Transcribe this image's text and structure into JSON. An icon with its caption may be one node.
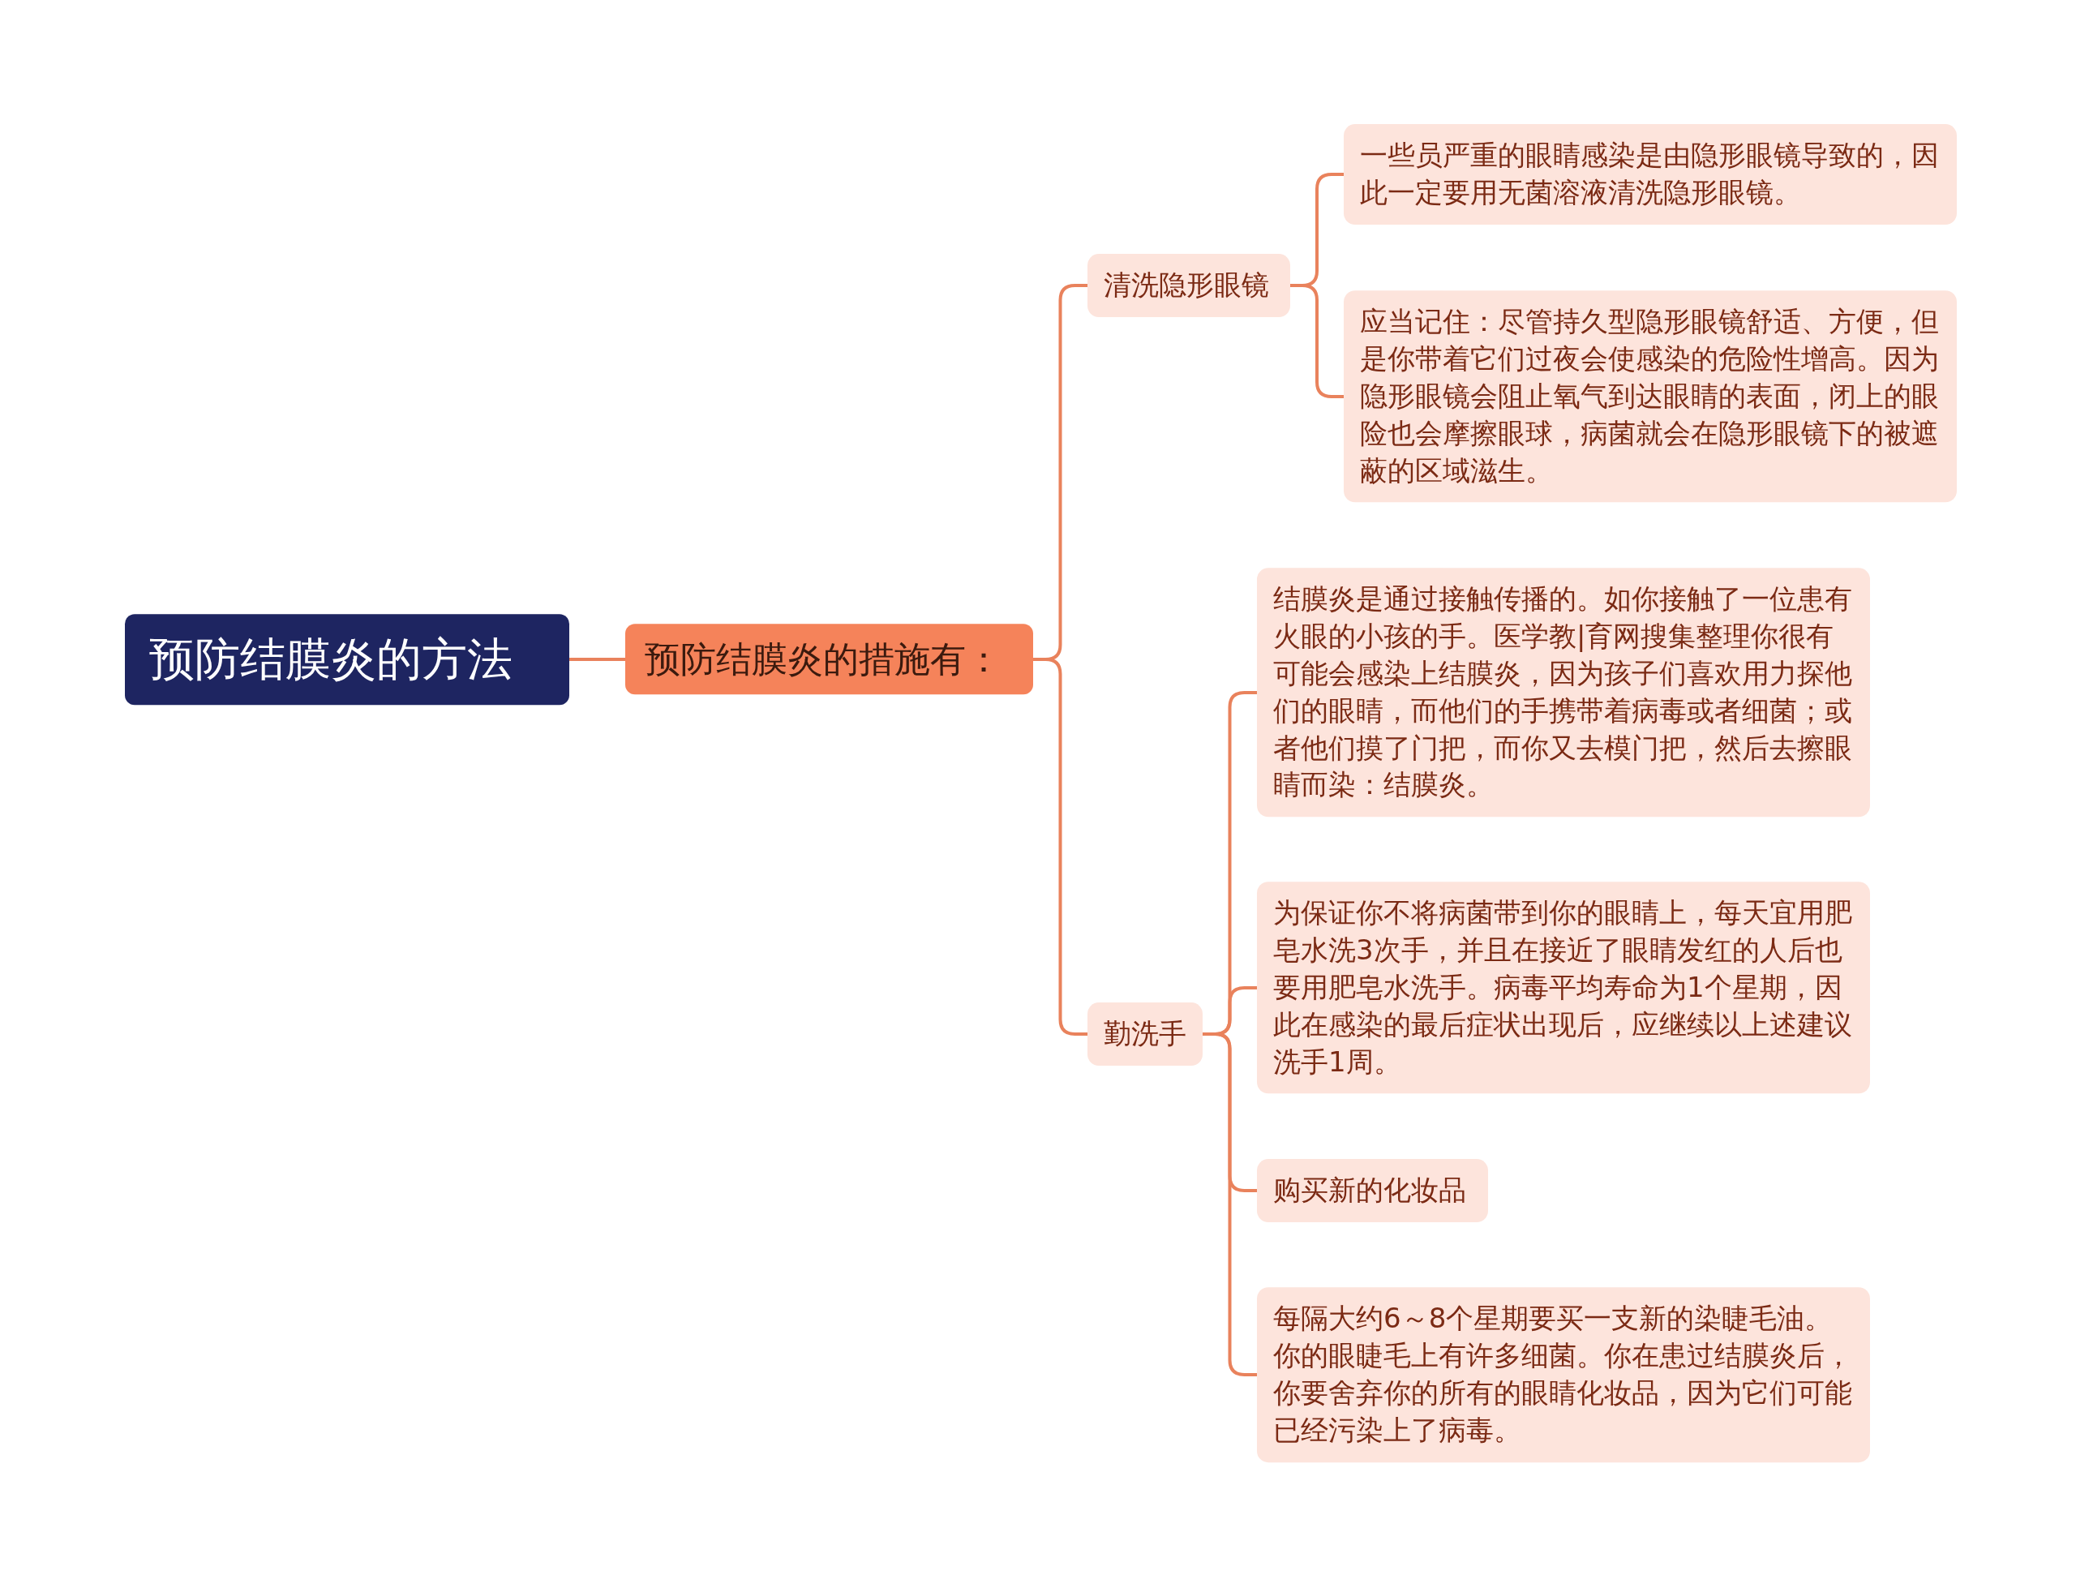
{
  "diagram": {
    "nodes": [
      {
        "text": [
          "预防结膜炎的方法"
        ]
      },
      {
        "text": [
          "预防结膜炎的措施有："
        ]
      },
      {
        "text": [
          "清洗隐形眼镜"
        ]
      },
      {
        "text": [
          "一些员严重的眼睛感染是由隐形眼镜导致的，因此一定要用无菌溶液清洗隐形眼镜。"
        ]
      },
      {
        "text": [
          "应当记住：尽管持久型隐形眼镜舒适、方便，但是你带着它们过夜会使感染的危险性增高。因为隐形眼镜会阻止氧气到达眼睛的表面，闭上的眼险也会摩擦眼球，病菌就会在隐形眼镜下的被遮蔽的区域滋生。"
        ]
      },
      {
        "text": [
          "勤洗手"
        ]
      },
      {
        "text": [
          "结膜炎是通过接触传播的。如你接触了一位患有火眼的小孩的手。医学教|育网搜集整理你很有可能会感染上结膜炎，因为孩子们喜欢用力探他们的眼睛，而他们的手携带着病毒或者细菌；或者他们摸了门把，而你又去模门把，然后去擦眼睛而染：结膜炎。"
        ]
      },
      {
        "text": [
          "为保证你不将病菌带到你的眼睛上，每天宜用肥皂水洗3次手，并且在接近了眼睛发红的人后也要用肥皂水洗手。病毒平均寿命为1个星期，因此在感染的最后症状出现后，应继续以上述建议洗手1周。"
        ]
      },
      {
        "text": [
          "购买新的化妆品"
        ]
      },
      {
        "text": [
          "每隔大约6～8个星期要买一支新的染睫毛油。你的眼睫毛上有许多细菌。你在患过结膜炎后，你要舍弃你的所有的眼睛化妆品，因为它们可能已经污染上了病毒。"
        ]
      }
    ],
    "edges": [
      {
        "from": 0,
        "to": 1,
        "arrow": "none"
      },
      {
        "from": 1,
        "to": 2,
        "arrow": "none"
      },
      {
        "from": 1,
        "to": 5,
        "arrow": "none"
      },
      {
        "from": 2,
        "to": 3,
        "arrow": "none"
      },
      {
        "from": 2,
        "to": 4,
        "arrow": "none"
      },
      {
        "from": 5,
        "to": 6,
        "arrow": "none"
      },
      {
        "from": 5,
        "to": 7,
        "arrow": "none"
      },
      {
        "from": 5,
        "to": 8,
        "arrow": "none"
      },
      {
        "from": 5,
        "to": 9,
        "arrow": "none"
      }
    ]
  }
}
